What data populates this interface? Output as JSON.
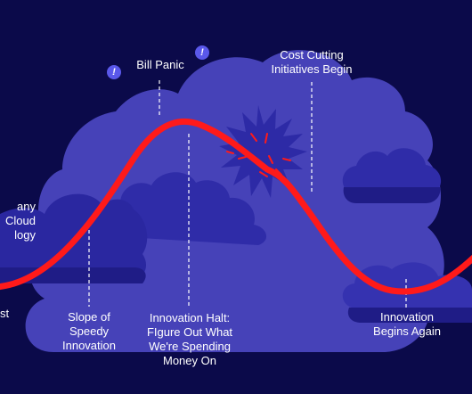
{
  "colors": {
    "background": "#0b0a4a",
    "cloud_main": "#4642b8",
    "cloud_dark": "#2a27a0",
    "cloud_shadow": "#1f1c86",
    "curve": "#ff1a1a",
    "starburst": "#2d2aa6",
    "guide_line": "#ffffff"
  },
  "icons": [
    "exclamation-badge-icon",
    "starburst-icon",
    "cloud-icon"
  ],
  "alert_mark": "!",
  "labels": {
    "bill_panic": "Bill Panic",
    "cost_cutting": "Cost Cutting\nInitiatives Begin",
    "left_partial": "any\nCloud\nlogy",
    "left_bottom_partial": "st",
    "slope": "Slope of\nSpeedy\nInnovation",
    "halt": "Innovation Halt:\nFIgure Out What\nWe're Spending\nMoney On",
    "begins_again": "Innovation\nBegins Again"
  }
}
